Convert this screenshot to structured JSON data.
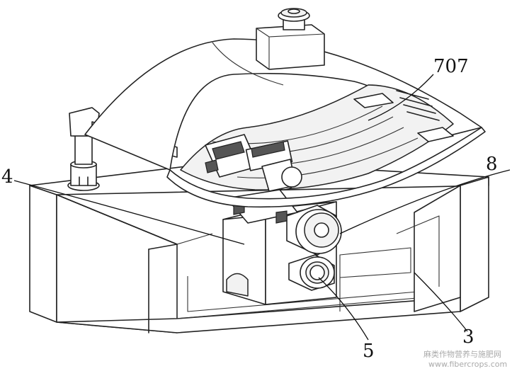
{
  "labels": {
    "part_707": "707",
    "part_8": "8",
    "part_4": "4",
    "part_3": "3",
    "part_5": "5"
  },
  "watermark": {
    "line1": "麻类作物营养与施肥网",
    "line2": "www.fibercrops.com"
  }
}
